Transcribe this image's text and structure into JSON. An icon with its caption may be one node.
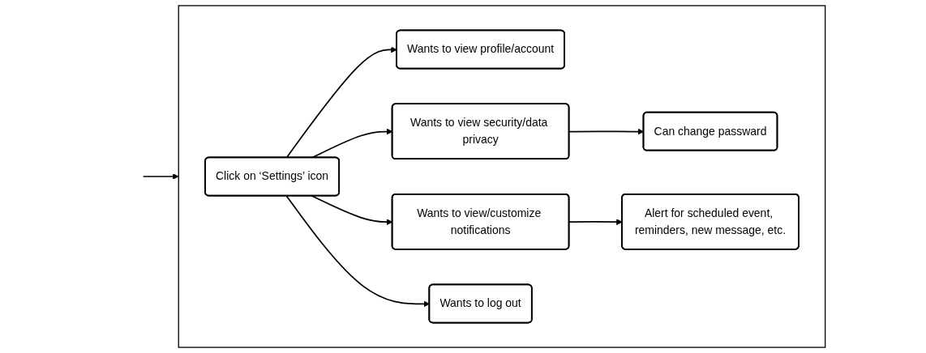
{
  "diagram": {
    "nodes": [
      {
        "text": [],
        "shape": "box"
      },
      {
        "text": [
          "Click on ‘Settings’ icon"
        ],
        "in": 0
      },
      {
        "text": [
          "Wants to view profile/account"
        ],
        "in": 0
      },
      {
        "text": [
          "Wants to view security/data privacy"
        ],
        "in": 0
      },
      {
        "text": [
          "Can change passward"
        ],
        "in": 0
      },
      {
        "text": [
          "Wants to view/customize notifications"
        ],
        "in": 0
      },
      {
        "text": [
          "Alert for scheduled event, reminders, new message, etc."
        ],
        "in": 0
      },
      {
        "text": [
          "Wants to log out"
        ],
        "in": 0
      }
    ],
    "edges": [
      {
        "from": null,
        "to": 0,
        "arrow": "to"
      },
      {
        "from": 1,
        "to": 2,
        "arrow": "to"
      },
      {
        "from": 1,
        "to": 3,
        "arrow": "to"
      },
      {
        "from": 1,
        "to": 5,
        "arrow": "to"
      },
      {
        "from": 1,
        "to": 7,
        "arrow": "to"
      },
      {
        "from": 3,
        "to": 4,
        "arrow": "to"
      },
      {
        "from": 5,
        "to": 6,
        "arrow": "to"
      }
    ]
  }
}
